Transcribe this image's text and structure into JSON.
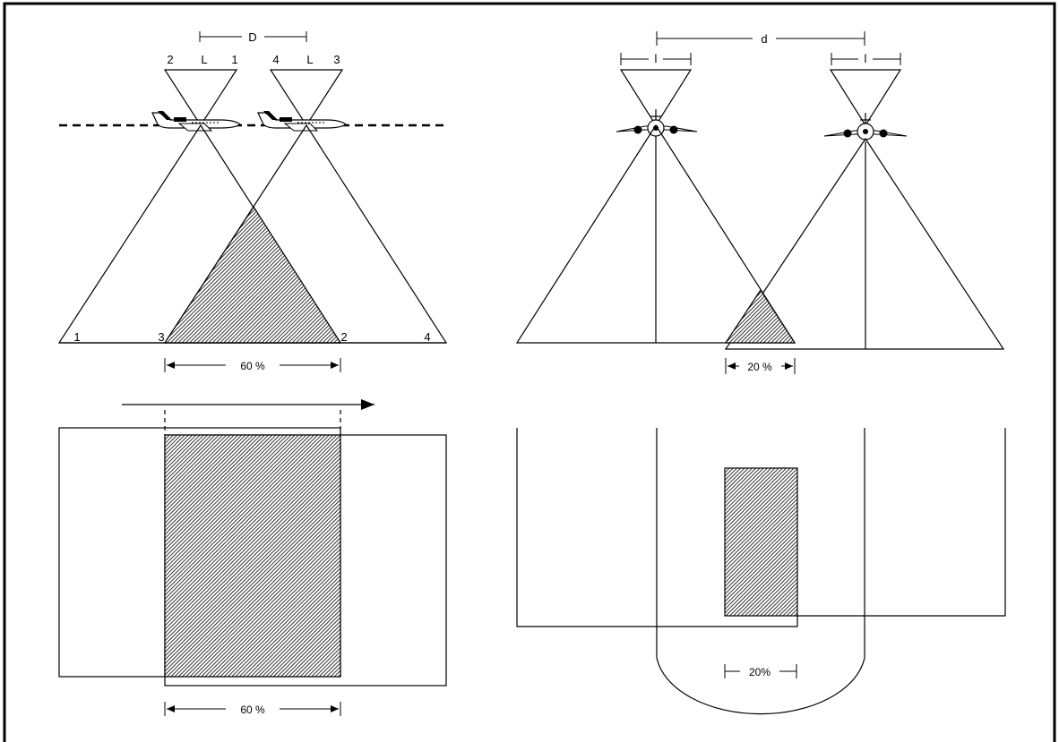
{
  "forward_overlap": {
    "dimension_label": "D",
    "exposure_labels": [
      "2",
      "L",
      "1",
      "4",
      "L",
      "3"
    ],
    "ground_labels": [
      "1",
      "3",
      "2",
      "4"
    ],
    "overlap_label": "60 %",
    "footprint_overlap_label": "60 %"
  },
  "side_overlap": {
    "dimension_label": "d",
    "lens_label_left": "l",
    "lens_label_right": "l",
    "overlap_label": "20 %",
    "footprint_overlap_label": "20%"
  },
  "colors": {
    "line": "#000000",
    "hatch": "#000000",
    "background": "#ffffff"
  },
  "icons": [
    "aircraft-side-view-icon",
    "aircraft-front-view-icon",
    "flight-direction-arrow-icon"
  ]
}
